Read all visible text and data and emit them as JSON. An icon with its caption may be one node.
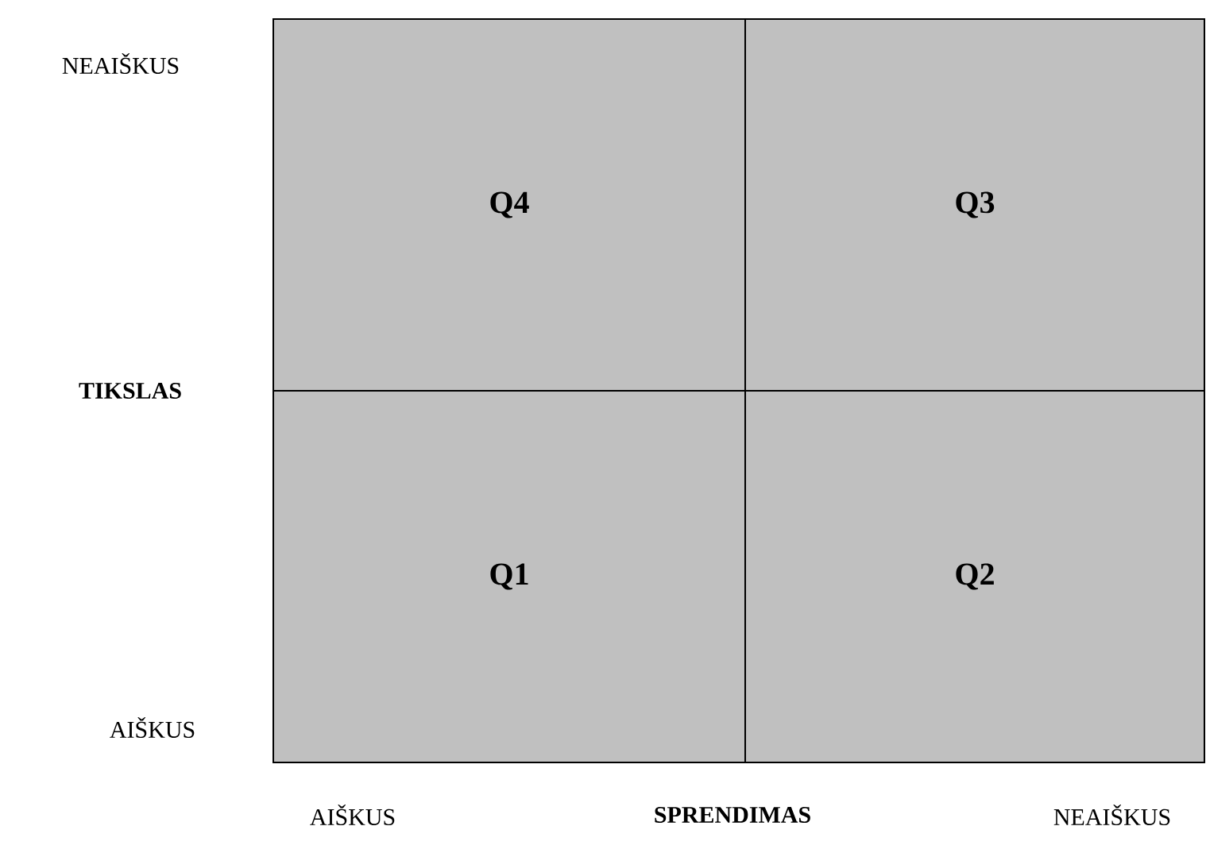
{
  "diagram": {
    "nodes": [
      {
        "text": [
          "Q4"
        ]
      },
      {
        "text": [
          "Q3"
        ]
      },
      {
        "text": [
          "Q1"
        ]
      },
      {
        "text": [
          "Q2"
        ]
      }
    ],
    "labels": [
      "NEAIŠKUS",
      "TIKSLAS",
      "AIŠKUS",
      "AIŠKUS",
      "SPRENDIMAS",
      "NEAIŠKUS"
    ]
  }
}
